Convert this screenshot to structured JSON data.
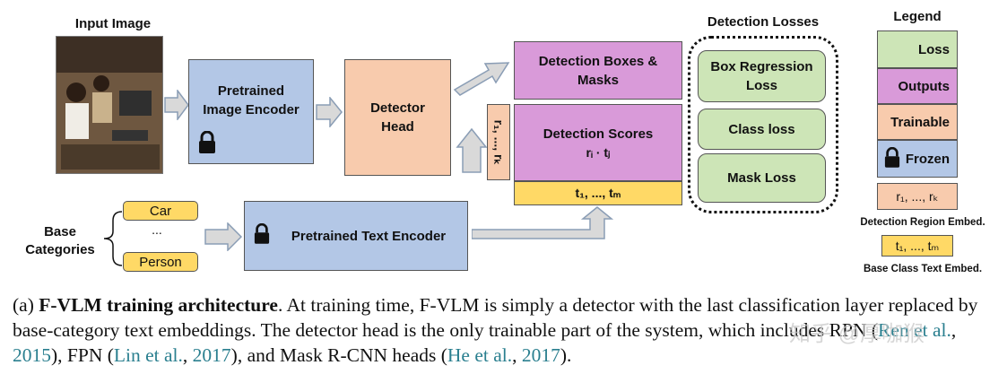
{
  "input_image_label": "Input Image",
  "encoder": {
    "line1": "Pretrained",
    "line2": "Image Encoder"
  },
  "detector_head": {
    "line1": "Detector",
    "line2": "Head"
  },
  "outputs": {
    "boxes": {
      "line1": "Detection Boxes &",
      "line2": "Masks"
    },
    "scores": {
      "line1": "Detection Scores",
      "line2": "rᵢ · tⱼ"
    },
    "text_embed_bar": "t₁, ..., tₘ"
  },
  "region_embed_vertical": "r₁, ..., rₖ",
  "losses": {
    "title": "Detection Losses",
    "items": [
      {
        "line1": "Box Regression",
        "line2": "Loss"
      },
      {
        "line1": "Class loss",
        "line2": ""
      },
      {
        "line1": "Mask Loss",
        "line2": ""
      }
    ]
  },
  "base_categories": {
    "label_line1": "Base",
    "label_line2": "Categories",
    "items": [
      "Car",
      "...",
      "Person"
    ]
  },
  "text_encoder": "Pretrained Text Encoder",
  "legend": {
    "title": "Legend",
    "items": [
      {
        "label": "Loss",
        "color": "#cde5b7"
      },
      {
        "label": "Outputs",
        "color": "#d99ad9"
      },
      {
        "label": "Trainable",
        "color": "#f8cbad"
      },
      {
        "label": "Frozen",
        "color": "#b3c7e6"
      }
    ],
    "region_embed": "r₁, ..., rₖ",
    "region_embed_caption": "Detection Region Embed.",
    "text_embed": "t₁, ..., tₘ",
    "text_embed_caption": "Base Class Text Embed."
  },
  "caption": {
    "prefix": "(a) ",
    "title": "F-VLM training architecture",
    "text1": ". At training time, F-VLM is simply a detector with the last classification layer replaced by base-category text embeddings. The detector head is the only trainable part of the system, which includes RPN (",
    "cite1a": "Ren et al.",
    "sep1": ", ",
    "cite1b": "2015",
    "text2": "), FPN (",
    "cite2a": "Lin et al.",
    "sep2": ", ",
    "cite2b": "2017",
    "text3": "), and Mask R-CNN heads (",
    "cite3a": "He et al.",
    "sep3": ", ",
    "cite3b": "2017",
    "text4": ")."
  },
  "watermark": "知乎 @厚咖猴"
}
